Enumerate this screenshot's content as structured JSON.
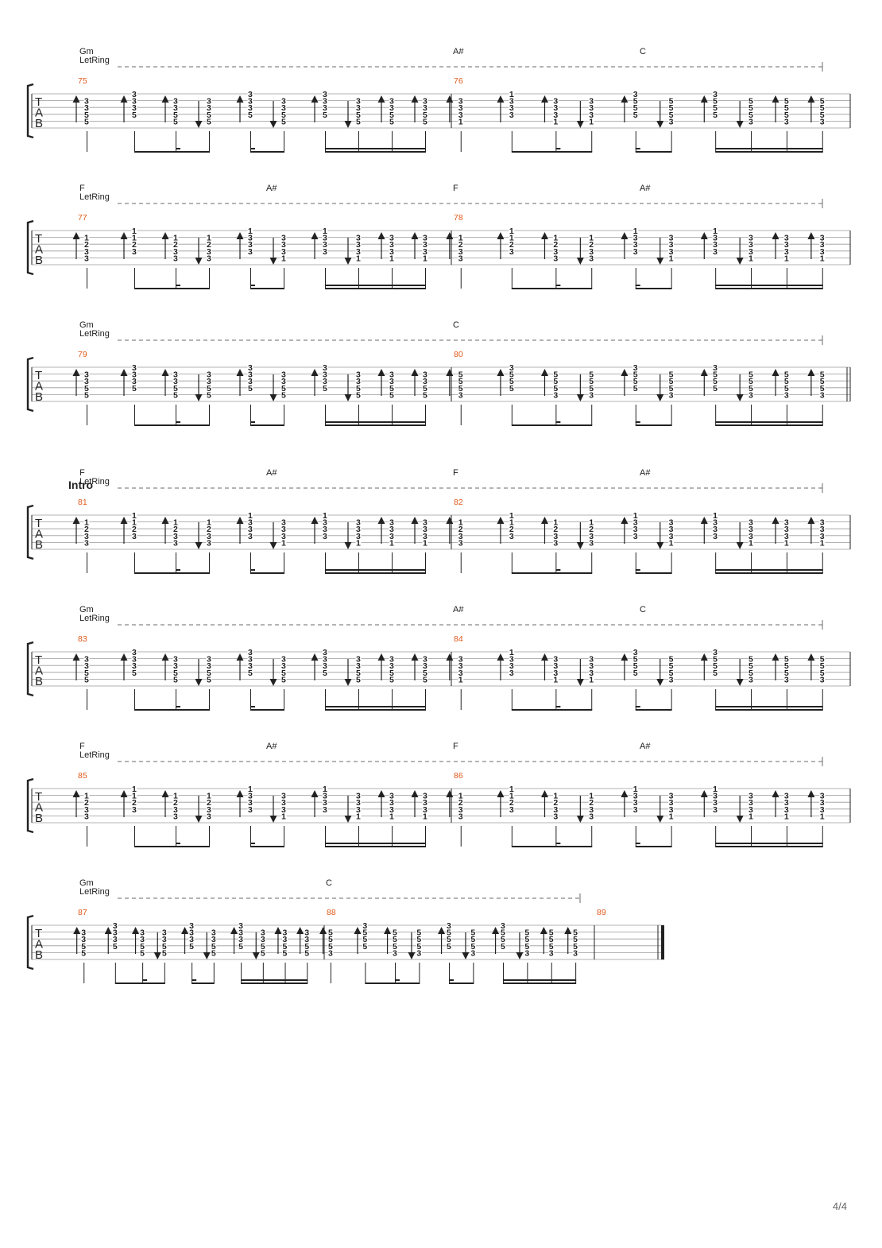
{
  "document": {
    "page_number": "4/4",
    "tab_clef": [
      "T",
      "A",
      "B"
    ],
    "effect_label": "LetRing",
    "colors": {
      "ink": "#222222",
      "staff_line": "#9a9a9a",
      "measure_number": "#e05a1c",
      "effect_dash": "#6a6a6a"
    },
    "patterns": {
      "gm": {
        "low": [
          "3",
          "3",
          "5",
          "5"
        ],
        "high": [
          "3",
          "3",
          "3",
          "5"
        ]
      },
      "gm_d1": {
        "low": [
          "3",
          "3",
          "3",
          "1"
        ],
        "high": [
          "1",
          "3",
          "3",
          "3"
        ]
      },
      "c": {
        "low": [
          "5",
          "5",
          "5",
          "3"
        ],
        "high": [
          "3",
          "5",
          "5",
          "5"
        ]
      },
      "f": {
        "low": [
          "1",
          "2",
          "3",
          "3"
        ],
        "high": [
          "1",
          "1",
          "2",
          "3"
        ]
      },
      "as": {
        "low": [
          "3",
          "3",
          "3",
          "1"
        ],
        "high": [
          "1",
          "3",
          "3",
          "3"
        ]
      }
    },
    "systems": [
      {
        "chords": [
          {
            "name": "Gm",
            "pos": 0
          },
          {
            "name": "A#",
            "pos": 1
          },
          {
            "name": "C",
            "pos": 1.5
          }
        ],
        "measures": [
          {
            "number": "75",
            "halves": [
              "gm",
              "gm"
            ]
          },
          {
            "number": "76",
            "halves": [
              "gm_d1",
              "c"
            ]
          }
        ]
      },
      {
        "chords": [
          {
            "name": "F",
            "pos": 0
          },
          {
            "name": "A#",
            "pos": 0.5
          },
          {
            "name": "F",
            "pos": 1
          },
          {
            "name": "A#",
            "pos": 1.5
          }
        ],
        "measures": [
          {
            "number": "77",
            "halves": [
              "f",
              "as"
            ]
          },
          {
            "number": "78",
            "halves": [
              "f",
              "as"
            ]
          }
        ]
      },
      {
        "chords": [
          {
            "name": "Gm",
            "pos": 0
          },
          {
            "name": "C",
            "pos": 1
          }
        ],
        "double_bar_end": true,
        "measures": [
          {
            "number": "79",
            "halves": [
              "gm",
              "gm"
            ]
          },
          {
            "number": "80",
            "halves": [
              "c",
              "c"
            ]
          }
        ]
      },
      {
        "section": "Intro",
        "chords": [
          {
            "name": "F",
            "pos": 0
          },
          {
            "name": "A#",
            "pos": 0.5
          },
          {
            "name": "F",
            "pos": 1
          },
          {
            "name": "A#",
            "pos": 1.5
          }
        ],
        "measures": [
          {
            "number": "81",
            "halves": [
              "f",
              "as"
            ]
          },
          {
            "number": "82",
            "halves": [
              "f",
              "as"
            ]
          }
        ]
      },
      {
        "chords": [
          {
            "name": "Gm",
            "pos": 0
          },
          {
            "name": "A#",
            "pos": 1
          },
          {
            "name": "C",
            "pos": 1.5
          }
        ],
        "measures": [
          {
            "number": "83",
            "halves": [
              "gm",
              "gm"
            ]
          },
          {
            "number": "84",
            "halves": [
              "gm_d1",
              "c"
            ]
          }
        ]
      },
      {
        "chords": [
          {
            "name": "F",
            "pos": 0
          },
          {
            "name": "A#",
            "pos": 0.5
          },
          {
            "name": "F",
            "pos": 1
          },
          {
            "name": "A#",
            "pos": 1.5
          }
        ],
        "measures": [
          {
            "number": "85",
            "halves": [
              "f",
              "as"
            ]
          },
          {
            "number": "86",
            "halves": [
              "f",
              "as"
            ]
          }
        ]
      },
      {
        "chords": [
          {
            "name": "Gm",
            "pos": 0
          },
          {
            "name": "C",
            "pos": 1
          }
        ],
        "final": true,
        "measures": [
          {
            "number": "87",
            "halves": [
              "gm",
              "gm"
            ]
          },
          {
            "number": "88",
            "halves": [
              "c",
              "c"
            ]
          },
          {
            "number": "89",
            "empty": true
          }
        ]
      }
    ]
  }
}
